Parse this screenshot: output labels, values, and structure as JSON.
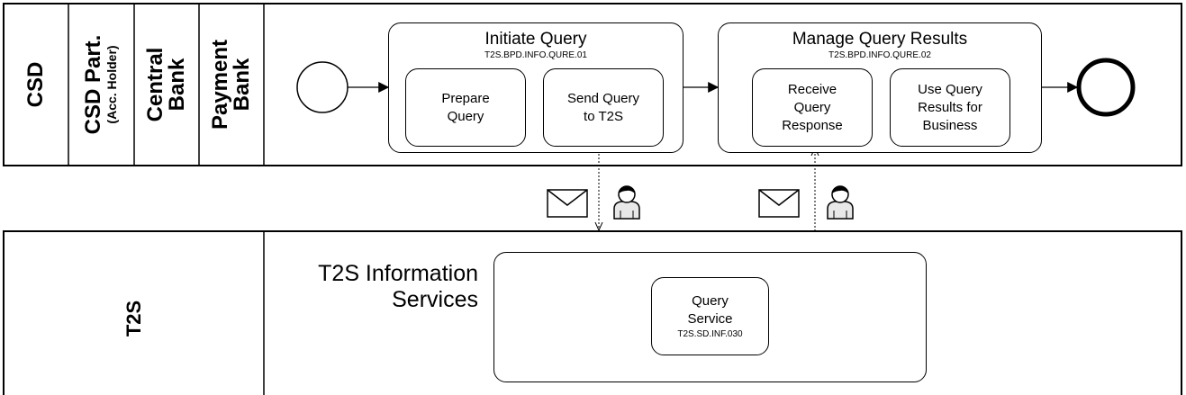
{
  "lanes": {
    "top": [
      "CSD",
      "CSD Part.",
      "(Acc. Holder)",
      "Central\nBank",
      "Payment\nBank"
    ],
    "bottom": "T2S"
  },
  "subprocesses": {
    "initiate": {
      "title": "Initiate Query",
      "code": "T2S.BPD.INFO.QURE.01"
    },
    "manage": {
      "title": "Manage Query Results",
      "code": "T2S.BPD.INFO.QURE.02"
    }
  },
  "tasks": {
    "prepare": "Prepare\nQuery",
    "send": "Send Query\nto T2S",
    "receive": "Receive\nQuery\nResponse",
    "use": "Use Query\nResults for\nBusiness"
  },
  "service": {
    "title": "T2S Information\nServices",
    "query_service": "Query\nService",
    "query_code": "T2S.SD.INF.030"
  },
  "icons": [
    "envelope-icon",
    "person-icon"
  ]
}
